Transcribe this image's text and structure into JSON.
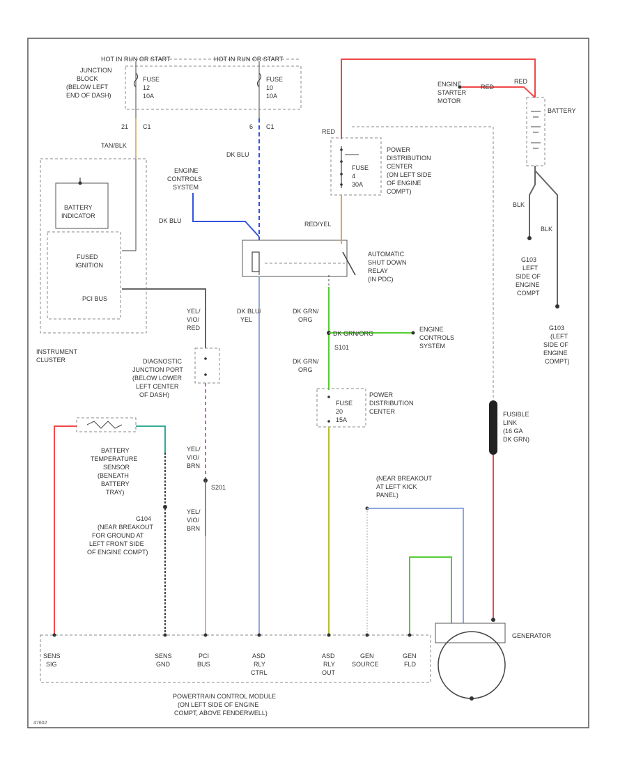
{
  "colors": {
    "red": "#f04848",
    "blue": "#3355dd",
    "dk_blue": "#4a66cc",
    "light_blue": "#8fa8dd",
    "green": "#55cc33",
    "yellow_green": "#bbbb33",
    "orange": "#f0a040",
    "tan": "#d8b880",
    "magenta": "#ee44ee",
    "pink": "#f4a0a0",
    "teal": "#33aa99",
    "gray": "#666666",
    "black": "#222222"
  },
  "labels": {
    "hot_in_run": "HOT IN RUN OR START",
    "hot_in_run_2": "HOT IN RUN OR START",
    "junction_block": [
      "JUNCTION",
      "BLOCK",
      "(BELOW LEFT",
      "END OF DASH)"
    ],
    "fuse_a": [
      "FUSE",
      "12",
      "10A"
    ],
    "fuse_b": [
      "FUSE",
      "10",
      "10A"
    ],
    "engine_starter_motor": [
      "ENGINE",
      "STARTER",
      "MOTOR"
    ],
    "battery": "BATTERY",
    "red_a": "RED",
    "red_b": "RED",
    "red_c": "RED",
    "c1_a": "C1",
    "c1_b": "C1",
    "n21": "21",
    "n6": "6",
    "tan_blk": "TAN/BLK",
    "dk_blu_a": "DK BLU",
    "dk_blu_b": "DK BLU",
    "engine_controls_system_a": [
      "ENGINE",
      "CONTROLS",
      "SYSTEM"
    ],
    "battery_indicator": [
      "BATTERY",
      "INDICATOR"
    ],
    "fused_ignition": [
      "FUSED",
      "IGNITION"
    ],
    "pci_bus": "PCI BUS",
    "instrument_cluster": [
      "INSTRUMENT",
      "CLUSTER"
    ],
    "pdc_a": [
      "POWER",
      "DISTRIBUTION",
      "CENTER",
      "(ON LEFT SIDE",
      "OF ENGINE",
      "COMPT)"
    ],
    "fuse_c": [
      "FUSE",
      "4",
      "30A"
    ],
    "red_yel": "RED/YEL",
    "asd_relay": [
      "AUTOMATIC",
      "SHUT DOWN",
      "RELAY",
      "(IN PDC)"
    ],
    "blk_a": "BLK",
    "blk_b": "BLK",
    "g103_a": [
      "G103",
      "LEFT",
      "SIDE OF",
      "ENGINE",
      "COMPT"
    ],
    "g103_b": [
      "G103",
      "(LEFT",
      "SIDE OF",
      "ENGINE",
      "COMPT)"
    ],
    "dk_blu_yel": [
      "DK BLU/",
      "YEL"
    ],
    "yel_vio_red": [
      "YEL/",
      "VIO/",
      "RED"
    ],
    "dk_grn_org_a": [
      "DK GRN/",
      "ORG"
    ],
    "dk_grn_org_b": "DK GRN/ORG",
    "engine_controls_system_b": [
      "ENGINE",
      "CONTROLS",
      "SYSTEM"
    ],
    "s101": "S101",
    "dk_grn_org_c": [
      "DK GRN/",
      "ORG"
    ],
    "djp": [
      "DIAGNOSTIC",
      "JUNCTION PORT",
      "(BELOW LOWER",
      "LEFT CENTER",
      "OF DASH)"
    ],
    "pdc_b": [
      "POWER",
      "DISTRIBUTION",
      "CENTER"
    ],
    "fuse_d": [
      "FUSE",
      "20",
      "15A"
    ],
    "fusible_link": [
      "FUSIBLE",
      "LINK",
      "(16 GA",
      "DK GRN)"
    ],
    "battery_temp_sensor": [
      "BATTERY",
      "TEMPERATURE",
      "SENSOR",
      "(BENEATH",
      "BATTERY",
      "TRAY)"
    ],
    "yel_vio_brn_a": [
      "YEL/",
      "VIO/",
      "BRN"
    ],
    "s201": "S201",
    "yel_vio_brn_b": [
      "YEL/",
      "VIO/",
      "BRN"
    ],
    "g104": [
      "G104",
      "(NEAR BREAKOUT",
      "FOR GROUND AT",
      "LEFT FRONT SIDE",
      "OF ENGINE COMPT)"
    ],
    "near_breakout": [
      "(NEAR BREAKOUT",
      "AT LEFT KICK",
      "PANEL)"
    ],
    "generator": "GENERATOR",
    "sens_sig": [
      "SENS",
      "SIG"
    ],
    "sens_gnd": [
      "SENS",
      "GND"
    ],
    "pci_bus_b": [
      "PCI",
      "BUS"
    ],
    "asd_rly_ctrl": [
      "ASD",
      "RLY",
      "CTRL"
    ],
    "asd_rly_out": [
      "ASD",
      "RLY",
      "OUT"
    ],
    "gen_source": [
      "GEN",
      "SOURCE"
    ],
    "gen_fld": [
      "GEN",
      "FLD"
    ],
    "pcm": [
      "POWERTRAIN CONTROL MODULE",
      "(ON LEFT SIDE OF ENGINE",
      "COMPT, ABOVE FENDERWELL)"
    ],
    "code": "47602"
  }
}
